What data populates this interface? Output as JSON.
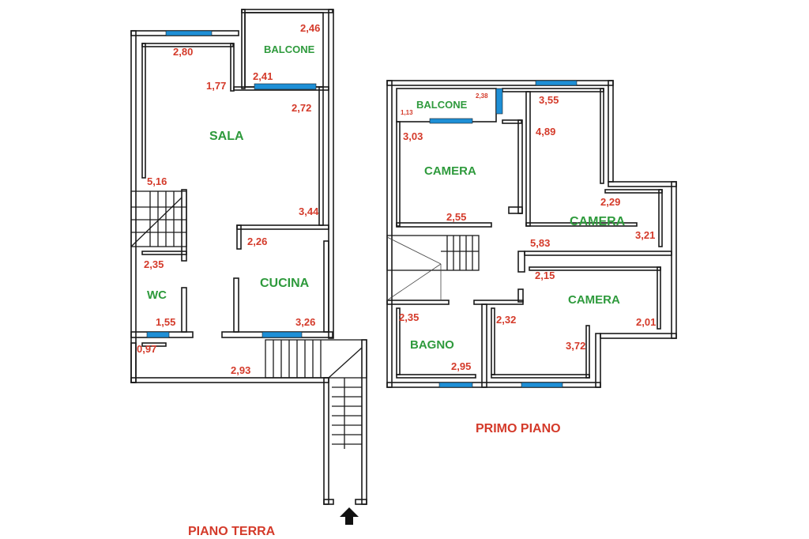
{
  "floors": {
    "ground": {
      "label": "PIANO TERRA",
      "rooms": {
        "balcone": "BALCONE",
        "sala": "SALA",
        "cucina": "CUCINA",
        "wc": "WC"
      },
      "dims": [
        "2,46",
        "2,80",
        "2,41",
        "1,77",
        "2,72",
        "5,16",
        "3,44",
        "2,26",
        "2,35",
        "1,55",
        "3,26",
        "0,97",
        "2,93"
      ]
    },
    "first": {
      "label": "PRIMO PIANO",
      "rooms": {
        "balcone": "BALCONE",
        "camera_left": "CAMERA",
        "camera_right": "CAMERA",
        "camera_bottom": "CAMERA",
        "bagno": "BAGNO"
      },
      "dims": [
        "3,55",
        "4,89",
        "3,03",
        "2,29",
        "2,55",
        "3,21",
        "5,83",
        "2,15",
        "2,35",
        "2,32",
        "2,01",
        "2,95",
        "3,72"
      ],
      "small_dims": [
        "2,38",
        "1,13"
      ]
    }
  },
  "colors": {
    "room_label": "#2e9a3c",
    "dimension": "#d43a2a",
    "window": "#1e8fd6",
    "wall": "#1a1a1a"
  },
  "icons": {
    "entrance": "arrow-up-icon"
  }
}
